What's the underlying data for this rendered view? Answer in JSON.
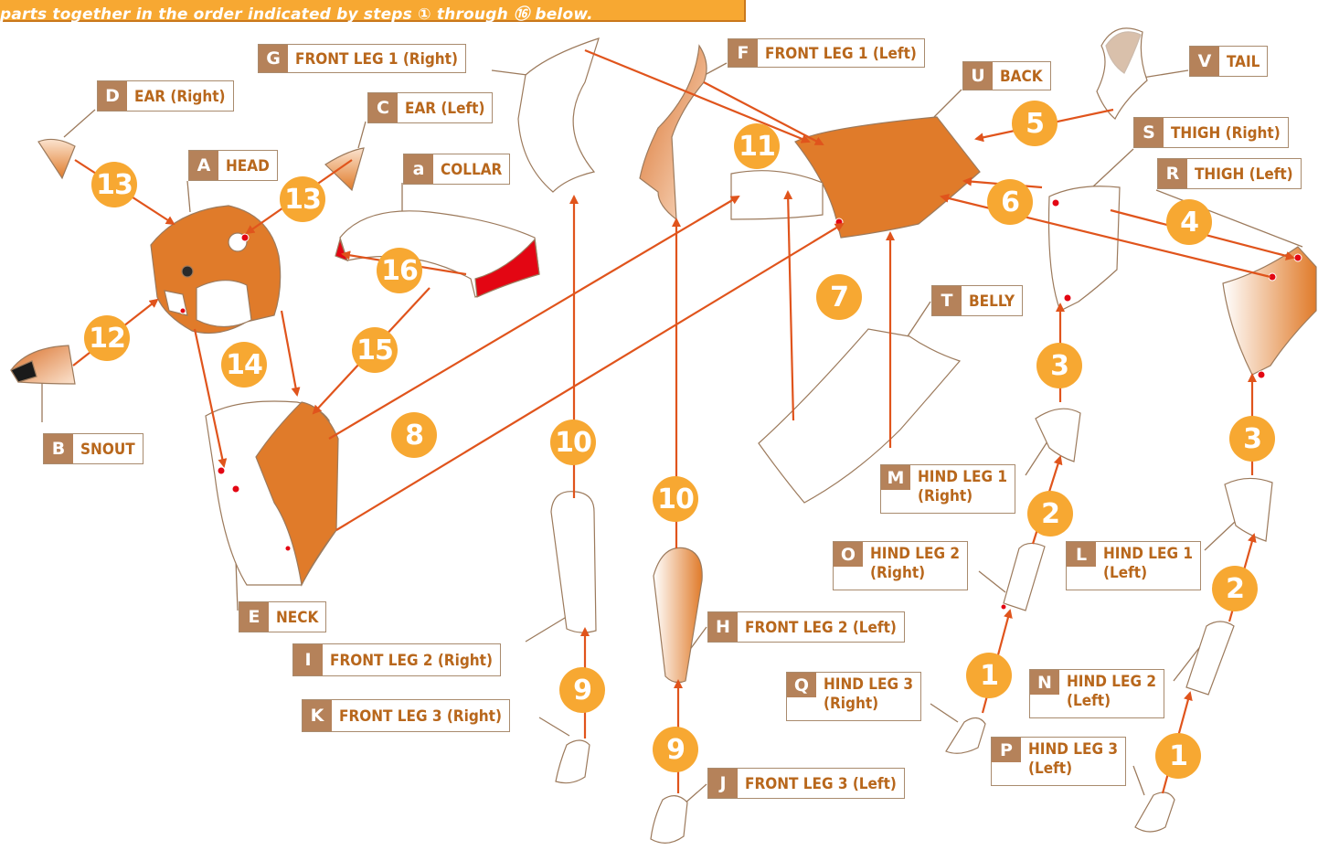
{
  "banner": {
    "text": "parts together in the order indicated by steps ① through ⑯ below."
  },
  "labels": {
    "G": {
      "letter": "G",
      "text": "FRONT LEG 1 (Right)"
    },
    "F": {
      "letter": "F",
      "text": "FRONT LEG 1 (Left)"
    },
    "U": {
      "letter": "U",
      "text": "BACK"
    },
    "V": {
      "letter": "V",
      "text": "TAIL"
    },
    "D": {
      "letter": "D",
      "text": "EAR (Right)"
    },
    "C": {
      "letter": "C",
      "text": "EAR (Left)"
    },
    "S": {
      "letter": "S",
      "text": "THIGH (Right)"
    },
    "A": {
      "letter": "A",
      "text": "HEAD"
    },
    "a": {
      "letter": "a",
      "text": "COLLAR"
    },
    "R": {
      "letter": "R",
      "text": "THIGH (Left)"
    },
    "T": {
      "letter": "T",
      "text": "BELLY"
    },
    "B": {
      "letter": "B",
      "text": "SNOUT"
    },
    "M": {
      "letter": "M",
      "text": "HIND LEG 1\n(Right)"
    },
    "O": {
      "letter": "O",
      "text": "HIND LEG 2\n(Right)"
    },
    "L": {
      "letter": "L",
      "text": "HIND LEG 1\n(Left)"
    },
    "E": {
      "letter": "E",
      "text": "NECK"
    },
    "H": {
      "letter": "H",
      "text": "FRONT LEG 2 (Left)"
    },
    "I": {
      "letter": "I",
      "text": "FRONT LEG 2 (Right)"
    },
    "Q": {
      "letter": "Q",
      "text": "HIND LEG 3\n(Right)"
    },
    "N": {
      "letter": "N",
      "text": "HIND LEG 2\n(Left)"
    },
    "K": {
      "letter": "K",
      "text": "FRONT LEG 3 (Right)"
    },
    "P": {
      "letter": "P",
      "text": "HIND LEG 3\n(Left)"
    },
    "J": {
      "letter": "J",
      "text": "FRONT LEG 3 (Left)"
    }
  },
  "steps": {
    "s11": "11",
    "s5": "5",
    "s13a": "13",
    "s13b": "13",
    "s6": "6",
    "s4": "4",
    "s16": "16",
    "s12": "12",
    "s7": "7",
    "s15": "15",
    "s14": "14",
    "s3a": "3",
    "s8": "8",
    "s10a": "10",
    "s3b": "3",
    "s10b": "10",
    "s2a": "2",
    "s2b": "2",
    "s1a": "1",
    "s9a": "9",
    "s9b": "9",
    "s1b": "1"
  },
  "colors": {
    "accent": "#f7a832",
    "arrow": "#e0541c",
    "part_fill": "#e07b2a",
    "label_badge": "#b5825a",
    "label_text": "#b8671c",
    "collar_band": "#e30613"
  }
}
